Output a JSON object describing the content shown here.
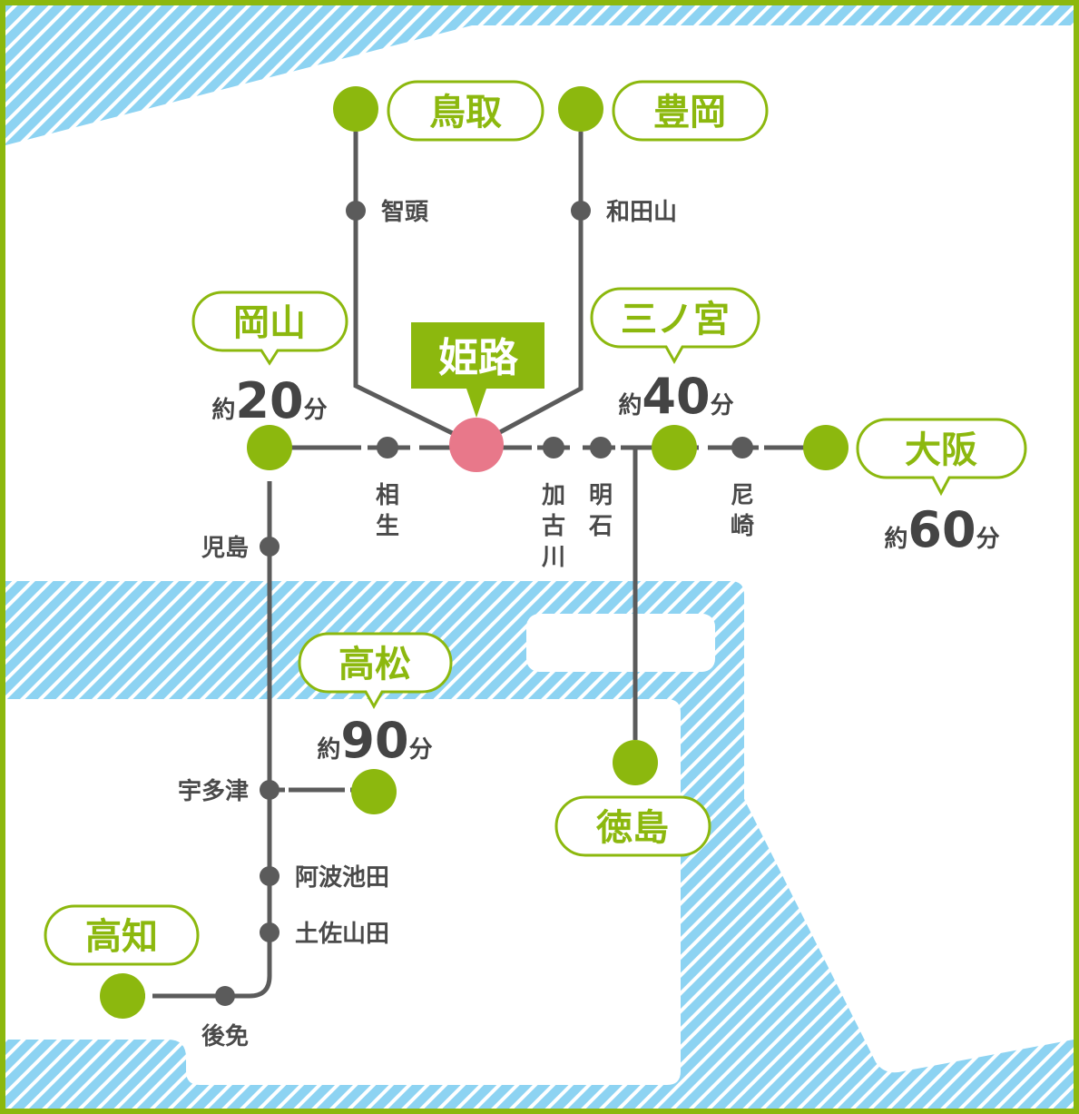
{
  "colors": {
    "accent_green": "#8cb80e",
    "line_gray": "#5b5b5b",
    "hub_pink": "#e8788a",
    "sea_blue": "#8dd3f2"
  },
  "hub": {
    "name": "姫路"
  },
  "destinations": {
    "tottori": "鳥取",
    "toyooka": "豊岡",
    "okayama": {
      "name": "岡山",
      "time_prefix": "約",
      "time_value": "20",
      "time_unit": "分"
    },
    "sannomiya": {
      "name": "三ノ宮",
      "time_prefix": "約",
      "time_value": "40",
      "time_unit": "分"
    },
    "osaka": {
      "name": "大阪",
      "time_prefix": "約",
      "time_value": "60",
      "time_unit": "分"
    },
    "takamatsu": {
      "name": "高松",
      "time_prefix": "約",
      "time_value": "90",
      "time_unit": "分"
    },
    "tokushima": "徳島",
    "kochi": "高知"
  },
  "stations": {
    "chizu": "智頭",
    "wadayama": "和田山",
    "aioi": [
      "相",
      "生"
    ],
    "kakogawa": [
      "加",
      "古",
      "川"
    ],
    "akashi": [
      "明",
      "石"
    ],
    "amagasaki": [
      "尼",
      "崎"
    ],
    "kojima": "児島",
    "utazu": "宇多津",
    "awaikeda": "阿波池田",
    "tosayamada": "土佐山田",
    "gomen": "後免"
  }
}
